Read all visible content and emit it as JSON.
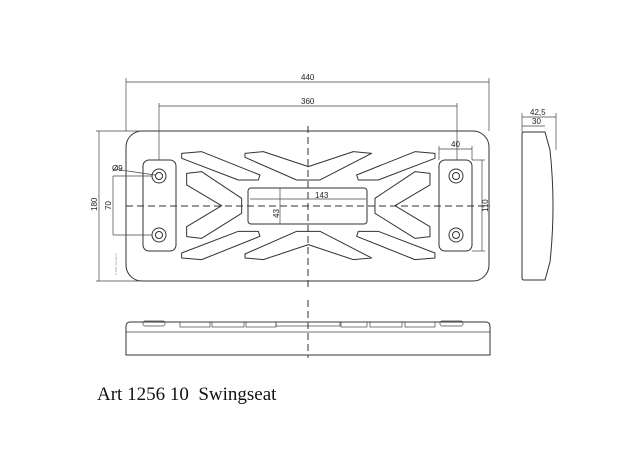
{
  "title": "Art 1256 10  Swingseat",
  "dimensions": {
    "overall_length": "440",
    "hole_spacing_length": "360",
    "overall_width": "180",
    "hole_spacing_width": "70",
    "hole_diameter": "Ø9",
    "pad_width": "40",
    "pad_length": "110",
    "center_recess_length": "143",
    "center_recess_width": "43",
    "side_total_thickness": "42,5",
    "side_body_thickness": "30"
  },
  "watermark": "© KBT Smaland"
}
